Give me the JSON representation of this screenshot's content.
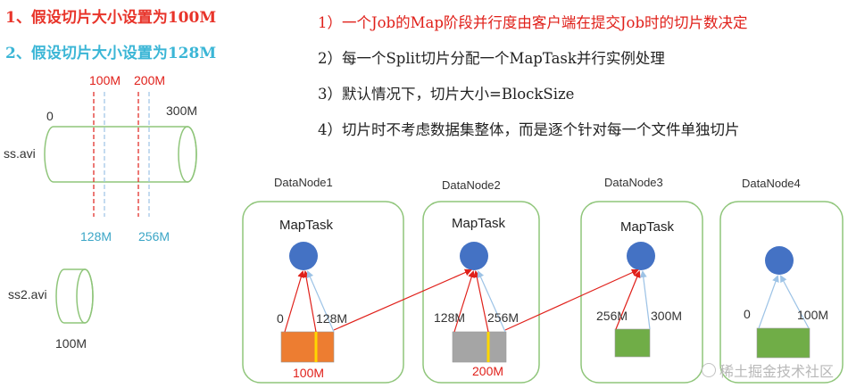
{
  "headings": {
    "h1": "1、假设切片大小设置为100M",
    "h2": "2、假设切片大小设置为128M"
  },
  "notes": [
    "1）一个Job的Map阶段并行度由客户端在提交Job时的切片数决定",
    "2）每一个Split切片分配一个MapTask并行实例处理",
    "3）默认情况下，切片大小=BlockSize",
    "4）切片时不考虑数据集整体，而是逐个针对每一个文件单独切片"
  ],
  "files": {
    "ss": {
      "name": "ss.avi",
      "start": "0",
      "end": "300M",
      "cuts_100": [
        "100M",
        "200M"
      ],
      "cuts_128": [
        "128M",
        "256M"
      ]
    },
    "ss2": {
      "name": "ss2.avi",
      "size": "100M"
    }
  },
  "datanodes": [
    {
      "name": "DataNode1",
      "task": "MapTask",
      "left": "0",
      "right": "128M",
      "block": "100M",
      "block_color": "#ed7d31"
    },
    {
      "name": "DataNode2",
      "task": "MapTask",
      "left": "128M",
      "right": "256M",
      "block": "200M",
      "block_color": "#a5a5a5"
    },
    {
      "name": "DataNode3",
      "task": "MapTask",
      "left": "256M",
      "right": "300M",
      "block": "",
      "block_color": "#70ad47"
    },
    {
      "name": "DataNode4",
      "task": "",
      "left": "0",
      "right": "100M",
      "block": "",
      "block_color": "#70ad47"
    }
  ],
  "watermark": "稀土掘金技术社区",
  "colors": {
    "heading1": "#e8342a",
    "heading2": "#3bb6d6",
    "node_border": "#8fc57a",
    "task_circle": "#4472c4",
    "red_line": "#e0201a",
    "blue_line": "#9dc3e6",
    "split_marker": "#ffd700"
  }
}
